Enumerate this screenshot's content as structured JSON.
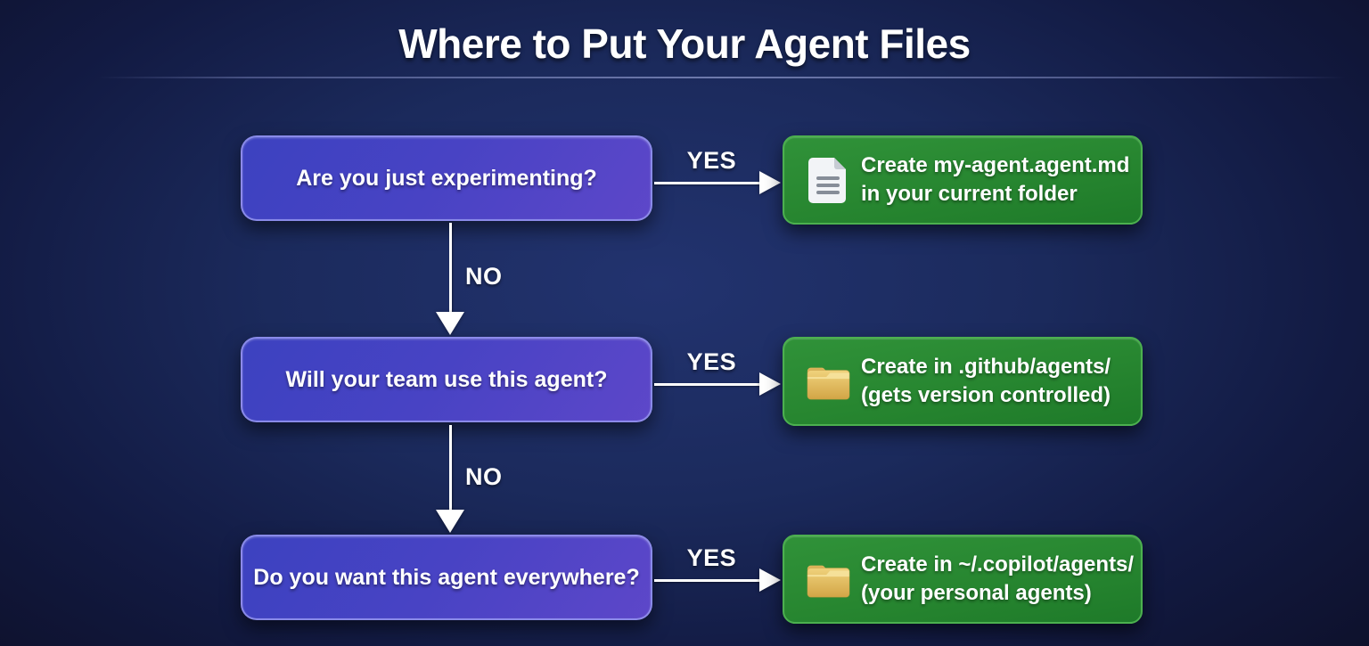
{
  "title": "Where to Put Your Agent Files",
  "rows": [
    {
      "question": "Are you just experimenting?",
      "yes": "YES",
      "answer": {
        "icon": "document-icon",
        "line1": "Create my-agent.agent.md",
        "line2": "in your current folder"
      }
    },
    {
      "question": "Will your team use this agent?",
      "yes": "YES",
      "answer": {
        "icon": "folder-icon",
        "line1": "Create in .github/agents/",
        "line2": "(gets version controlled)"
      }
    },
    {
      "question": "Do you want this agent everywhere?",
      "yes": "YES",
      "answer": {
        "icon": "folder-icon",
        "line1": "Create in ~/.copilot/agents/",
        "line2": "(your personal agents)"
      }
    }
  ],
  "no_arrows": [
    {
      "label": "NO"
    },
    {
      "label": "NO"
    }
  ],
  "colors": {
    "background_center": "#22336f",
    "background_edge": "#0d0f27",
    "question_box_start": "#3c42c0",
    "question_box_end": "#5d47c9",
    "question_border": "#9696f0",
    "answer_box_start": "#309239",
    "answer_box_end": "#1e7a29",
    "answer_border": "#4cb04f",
    "arrow": "#ffffff",
    "folder_icon": "#e9c768",
    "document_icon": "#f2f4f7"
  }
}
